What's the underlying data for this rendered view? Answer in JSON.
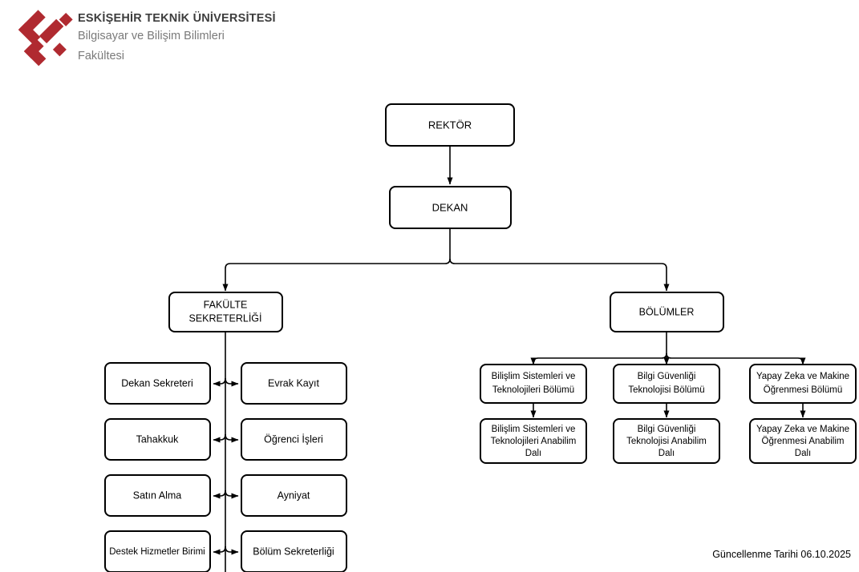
{
  "header": {
    "logo_icon": "etu-diamond-logo-icon",
    "logo_color": "#b02a30",
    "title": "ESKİŞEHİR TEKNİK ÜNİVERSİTESİ",
    "subtitle_line1": "Bilgisayar ve Bilişim Bilimleri",
    "subtitle_line2": "Fakültesi",
    "title_color": "#3d3d3d",
    "subtitle_color": "#7a7a7a"
  },
  "chart": {
    "type": "org-chart",
    "box_fill": "#ffffff",
    "box_stroke": "#000000",
    "nodes": {
      "rektor": {
        "label": "REKTÖR"
      },
      "dekan": {
        "label": "DEKAN"
      },
      "fakulte_sekreterligi": {
        "line1": "FAKÜLTE",
        "line2": "SEKRETERLİĞİ"
      },
      "bolumler": {
        "label": "BÖLÜMLER"
      },
      "dekan_sekreteri": {
        "label": "Dekan Sekreteri"
      },
      "evrak_kayit": {
        "label": "Evrak Kayıt"
      },
      "tahakkuk": {
        "label": "Tahakkuk"
      },
      "ogrenci_isleri": {
        "label": "Öğrenci İşleri"
      },
      "satin_alma": {
        "label": "Satın Alma"
      },
      "ayniyat": {
        "label": "Ayniyat"
      },
      "destek_hizmetler_birimi": {
        "label": "Destek Hizmetler Birimi"
      },
      "bolum_sekreterligi": {
        "label": "Bölüm Sekreterliği"
      },
      "bst_bolum": {
        "line1": "Bilişlim Sistemleri ve",
        "line2": "Teknolojileri Bölümü"
      },
      "bgt_bolum": {
        "line1": "Bilgi Güvenliği",
        "line2": "Teknolojisi Bölümü"
      },
      "yzm_bolum": {
        "line1": "Yapay Zeka ve Makine",
        "line2": "Öğrenmesi Bölümü"
      },
      "bst_abd": {
        "line1": "Bilişlim Sistemleri ve",
        "line2": "Teknolojileri Anabilim",
        "line3": "Dalı"
      },
      "bgt_abd": {
        "line1": "Bilgi Güvenliği",
        "line2": "Teknolojisi Anabilim",
        "line3": "Dalı"
      },
      "yzm_abd": {
        "line1": "Yapay Zeka ve Makine",
        "line2": "Öğrenmesi Anabilim",
        "line3": "Dalı"
      }
    }
  },
  "footer": {
    "update_text": "Güncellenme Tarihi 06.10.2025"
  }
}
